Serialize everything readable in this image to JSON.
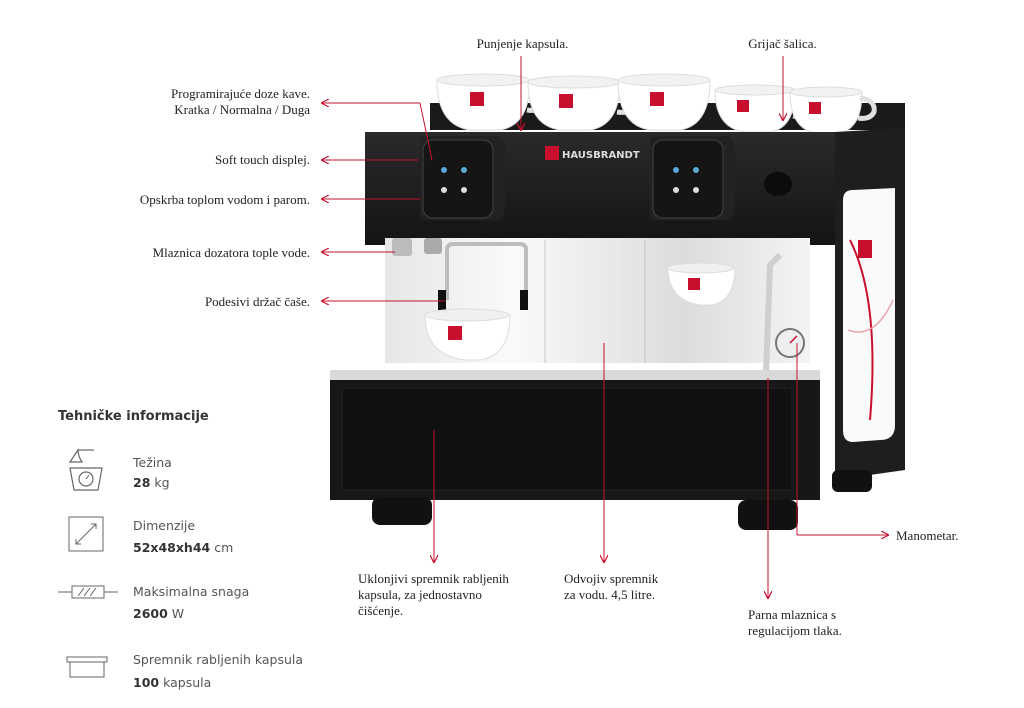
{
  "colors": {
    "accent": "#c8102e",
    "machine": "#1c1c1e",
    "text": "#222222"
  },
  "brand": "HAUSBRANDT",
  "callouts": {
    "punjenje": "Punjenje kapsula.",
    "grijac": "Grijač šalica.",
    "programirajuce_1": "Programirajuće doze kave.",
    "programirajuce_2": "Kratka / Normalna / Duga",
    "soft_touch": "Soft touch displej.",
    "opskrba": "Opskrba toplom vodom i parom.",
    "mlaznica_dozatora": "Mlaznica dozatora tople vode.",
    "podesivi": "Podesivi držač čaše.",
    "manometar": "Manometar.",
    "uklonjivi_1": "Uklonjivi spremnik rabljenih",
    "uklonjivi_2": "kapsula, za jednostavno",
    "uklonjivi_3": "čišćenje.",
    "odvojiv_1": "Odvojiv spremnik",
    "odvojiv_2": "za vodu. 4,5 litre.",
    "parna_1": "Parna mlaznica s",
    "parna_2": "regulacijom tlaka."
  },
  "tech": {
    "title": "Tehničke informacije",
    "specs": [
      {
        "icon": "scale-icon",
        "name": "Težina",
        "value": "28",
        "unit": "kg"
      },
      {
        "icon": "dimension-icon",
        "name": "Dimenzije",
        "value": "52x48xh44",
        "unit": "cm"
      },
      {
        "icon": "heater-icon",
        "name": "Maksimalna snaga",
        "value": "2600",
        "unit": "W"
      },
      {
        "icon": "container-icon",
        "name": "Spremnik rabljenih kapsula",
        "value": "100",
        "unit": "kapsula"
      }
    ]
  }
}
